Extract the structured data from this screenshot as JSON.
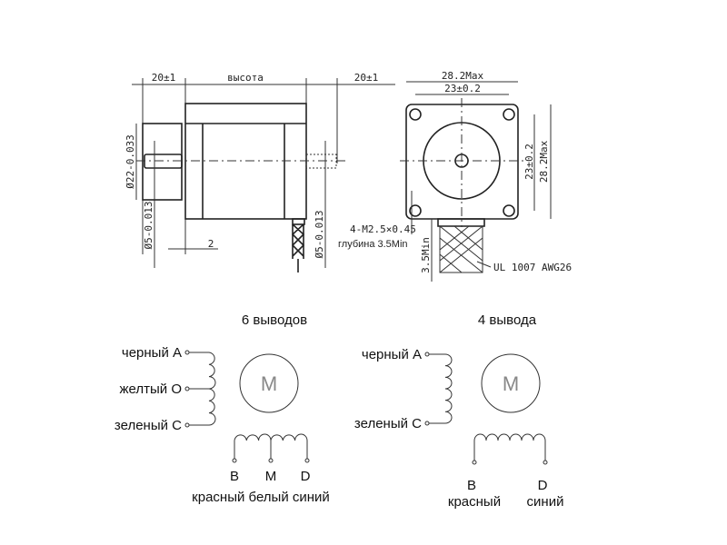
{
  "side_view": {
    "dim_front": "20±1",
    "dim_height": "высота",
    "dim_rear": "20±1",
    "dim_flange_dia": "Ø22-0.033",
    "dim_shaft_front": "Ø5-0.013",
    "dim_shaft_rear": "Ø5-0.013",
    "dim_flange_thickness": "2"
  },
  "front_view": {
    "width_max": "28.2Max",
    "hole_spacing_h": "23±0.2",
    "hole_spacing_v": "23±0.2",
    "height_max": "28.2Max",
    "thread": "4-M2.5×0.45",
    "thread_depth": "глубина 3.5Min",
    "wire_dim": "3.5Min",
    "wire_spec": "UL 1007 AWG26"
  },
  "wiring_6": {
    "title": "6 выводов",
    "motor_symbol": "M",
    "left_leads": [
      "черный A",
      "желтый O",
      "зеленый C"
    ],
    "bottom_letters": [
      "B",
      "M",
      "D"
    ],
    "bottom_colors": "красный белый синий"
  },
  "wiring_4": {
    "title": "4 вывода",
    "motor_symbol": "M",
    "left_leads": [
      "черный A",
      "зеленый C"
    ],
    "bottom_letters": [
      "B",
      "D"
    ],
    "bottom_colors": [
      "красный",
      "синий"
    ]
  }
}
